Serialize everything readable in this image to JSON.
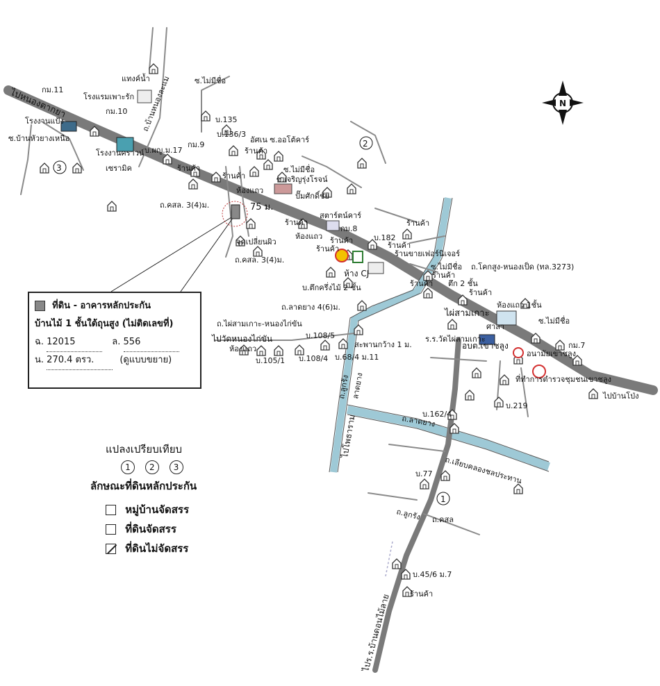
{
  "map": {
    "labels": {
      "to_nong_tak_ya": "ไปหนองตากยา",
      "km11": "กม.11",
      "km10": "กม.10",
      "km9": "กม.9",
      "km7": "กม.7",
      "factory_ban": "โรงงานแป้ง",
      "soi_ban_hua_yang_nuea": "ซ.บ้านหัวยางเหนือ",
      "hotel": "โรงแรมเพาะรัก",
      "thang_nam": "แทงค์น้ำ",
      "road_hua_lam": "ถ.บ้านหนองละแม",
      "no_name_soi": "ซ.ไม่มีชื่อ",
      "factory_crown": "โรงงานคราวน์",
      "ceramic": "เซรามิค",
      "b135": "บ.135",
      "b136_3": "บ.136/3",
      "autocar": "อัศเน ซ.ออโต้คาร์",
      "shop": "ร้านค้า",
      "b_unknown17": "บ.ผญ.ม.17",
      "chareon_rung_rot": "ซ.เจริญรุ่งโรจน์",
      "row_house": "ห้องแถว",
      "gas_station": "ปั๊มศักดิ์ชัย",
      "distance_75": "75 ม.",
      "road_kls_3_4": "ถ.คสล. 3(4)ม.",
      "start_car": "สตาร์ตน์คาร์",
      "b_km8": "กม.8",
      "sale_point": "จุดเปลี่ยนผิว",
      "road_kls_3_4_b": "ถ.คสล. 3(4)ม.",
      "b182": "บ.182",
      "furniture": "ร้านขายเฟอร์นิเจอร์",
      "mall_cj": "ห้าง CJ",
      "road_khok_sung": "ถ.โคกสูง-หนองเป็ด (ทล.3273)",
      "two_storey": "ตึก 2 ชั้น",
      "b_two_storey": "บ.ตึกครึ่งไม้ 2 ชั้น",
      "road_lat_yang_4_6": "ถ.ลาดยาง 4(6)ม.",
      "road_phai_sam_ko": "ถ.ไผ่สามเกาะ-หนองไก่ขัน",
      "to_wat_nong_kai": "ไปวัดหนองไก่ขัน",
      "b108_5": "บ.108/5",
      "bridge": "สะพานกว้าง 1 ม.",
      "b105_1": "บ.105/1",
      "b108_4": "บ.108/4",
      "b68_4": "บ.68/4 ม.11",
      "phai_sam_ko": "ไผ่สามเกาะ",
      "one_storey_row": "ห้องแถว 1ชั้น",
      "school": "ร.ร.วัดไผ่สามเกาะ",
      "sala": "ศาลา",
      "obt": "อบต.เขาชลูง",
      "health_station": "อนามัยเขาชลูง",
      "police": "ที่ทำการตำรวจชุมชนเขาชลูง",
      "to_ban_pong": "ไปบ้านโป่ง",
      "road_lat_yang_side": "ลาดยาง",
      "road_nong_kung": "ถ.ลูกรัง",
      "to_phothi_ram": "ไปโพธาราม",
      "b219": "บ.219",
      "b162_4": "บ.162/4",
      "road_lat_yang_mid": "ถ.ลาดยาง",
      "canal": "ถ.เลียบคลองชลประทาน",
      "b77": "บ.77",
      "road_luk_rang": "ถ.ลูกรัง",
      "road_kls": "ถ.คสล",
      "b45_6": "บ.45/6 ม.7",
      "to_school_khok": "ไปร.ร.บ้านดอนไม้ลาย",
      "sign_2": "2",
      "sign_3": "3",
      "sign_1": "1",
      "compass_n": "N"
    }
  },
  "legend": {
    "title": "ที่ดิน - อาคารหลักประกัน",
    "subtitle": "บ้านไม้ 1 ชั้นใต้ถุนสูง (ไม่ติดเลขที่)",
    "deed_label": "ฉ.",
    "deed_value": "12015",
    "land_label": "ล.",
    "land_value": "556",
    "area_label": "น.",
    "area_value": "270.4 ตรว.",
    "note": "(ดูแบบขยาย)"
  },
  "comparison": {
    "title": "แปลงเปรียบเทียบ",
    "items": [
      "1",
      "2",
      "3"
    ]
  },
  "land_type": {
    "title": "ลักษณะที่ดินหลักประกัน",
    "options": [
      "หมู่บ้านจัดสรร",
      "ที่ดินจัดสรร",
      "ที่ดินไม่จัดสรร"
    ]
  },
  "colors": {
    "road_main": "#7a7a7a",
    "canal": "#9ec9d6",
    "shell_red": "#d32f2f",
    "shell_yellow": "#f2c300",
    "house_line": "#333333"
  }
}
